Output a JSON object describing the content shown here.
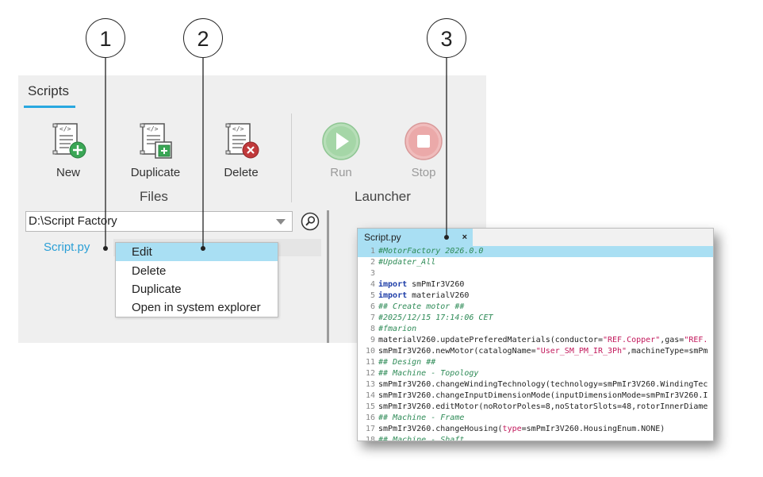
{
  "callouts": [
    "1",
    "2",
    "3"
  ],
  "panel": {
    "tab": "Scripts",
    "files_group": {
      "label": "Files",
      "buttons": [
        {
          "label": "New",
          "icon": "script-new-icon"
        },
        {
          "label": "Duplicate",
          "icon": "script-duplicate-icon"
        },
        {
          "label": "Delete",
          "icon": "script-delete-icon"
        }
      ]
    },
    "launcher_group": {
      "label": "Launcher",
      "buttons": [
        {
          "label": "Run",
          "icon": "play-icon"
        },
        {
          "label": "Stop",
          "icon": "stop-icon"
        }
      ]
    },
    "path": "D:\\Script Factory",
    "tree_item": "Script.py"
  },
  "context_menu": {
    "items": [
      "Edit",
      "Delete",
      "Duplicate",
      "Open in system explorer"
    ]
  },
  "editor": {
    "tab": "Script.py",
    "close": "×",
    "lines": [
      {
        "n": "1",
        "parts": [
          {
            "t": "#MotorFactory 2026.0.0",
            "c": "com"
          }
        ]
      },
      {
        "n": "2",
        "parts": [
          {
            "t": "#Updater_All",
            "c": "com"
          }
        ]
      },
      {
        "n": "3",
        "parts": []
      },
      {
        "n": "4",
        "parts": [
          {
            "t": "import",
            "c": "kw"
          },
          {
            "t": " smPmIr3V260",
            "c": "txt"
          }
        ]
      },
      {
        "n": "5",
        "parts": [
          {
            "t": "import",
            "c": "kw"
          },
          {
            "t": " materialV260",
            "c": "txt"
          }
        ]
      },
      {
        "n": "6",
        "parts": [
          {
            "t": "## Create motor ##",
            "c": "com"
          }
        ]
      },
      {
        "n": "7",
        "parts": [
          {
            "t": "#2025/12/15 17:14:06 CET",
            "c": "com"
          }
        ]
      },
      {
        "n": "8",
        "parts": [
          {
            "t": "#fmarion",
            "c": "com"
          }
        ]
      },
      {
        "n": "9",
        "parts": [
          {
            "t": "materialV260.updatePreferedMaterials(conductor=",
            "c": "txt"
          },
          {
            "t": "\"REF.Copper\"",
            "c": "str"
          },
          {
            "t": ",gas=",
            "c": "txt"
          },
          {
            "t": "\"REF.",
            "c": "str"
          }
        ]
      },
      {
        "n": "10",
        "parts": [
          {
            "t": "smPmIr3V260.newMotor(catalogName=",
            "c": "txt"
          },
          {
            "t": "\"User_SM_PM_IR_3Ph\"",
            "c": "str"
          },
          {
            "t": ",machineType=smPm",
            "c": "txt"
          }
        ]
      },
      {
        "n": "11",
        "parts": [
          {
            "t": "## Design ##",
            "c": "com"
          }
        ]
      },
      {
        "n": "12",
        "parts": [
          {
            "t": "## Machine - Topology",
            "c": "com"
          }
        ]
      },
      {
        "n": "13",
        "parts": [
          {
            "t": "smPmIr3V260.changeWindingTechnology(technology=smPmIr3V260.WindingTec",
            "c": "txt"
          }
        ]
      },
      {
        "n": "14",
        "parts": [
          {
            "t": "smPmIr3V260.changeInputDimensionMode(inputDimensionMode=smPmIr3V260.I",
            "c": "txt"
          }
        ]
      },
      {
        "n": "15",
        "parts": [
          {
            "t": "smPmIr3V260.editMotor(noRotorPoles=8,noStatorSlots=48,rotorInnerDiame",
            "c": "txt"
          }
        ]
      },
      {
        "n": "16",
        "parts": [
          {
            "t": "## Machine - Frame",
            "c": "com"
          }
        ]
      },
      {
        "n": "17",
        "parts": [
          {
            "t": "smPmIr3V260.changeHousing(",
            "c": "txt"
          },
          {
            "t": "type",
            "c": "str"
          },
          {
            "t": "=smPmIr3V260.HousingEnum.NONE)",
            "c": "txt"
          }
        ]
      },
      {
        "n": "18",
        "parts": [
          {
            "t": "## Machine - Shaft",
            "c": "com"
          }
        ]
      }
    ]
  },
  "colors": {
    "accent": "#29a8e0",
    "selection": "#a9dff3",
    "add_green": "#3aa655",
    "delete_red": "#c0393b"
  }
}
